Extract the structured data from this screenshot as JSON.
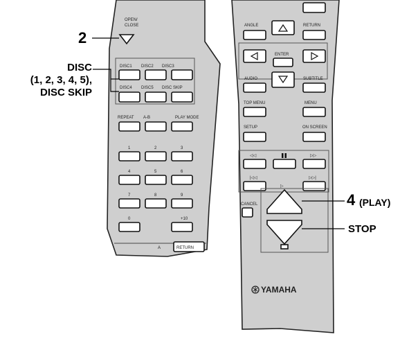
{
  "callouts": {
    "open_close_num": "2",
    "disc_line1": "DISC",
    "disc_line2": "(1, 2, 3, 4, 5),",
    "disc_line3": "DISC SKIP",
    "play_num": "4",
    "play_label": "(PLAY)",
    "stop_label": "STOP"
  },
  "left_remote": {
    "open_close": "OPEN/\nCLOSE",
    "disc_row1": [
      "DISC1",
      "DISC2",
      "DISC3"
    ],
    "disc_row2": [
      "DISC4",
      "DISC5",
      "DISC SKIP"
    ],
    "repeat_row": [
      "REPEAT",
      "A-B",
      "PLAY MODE"
    ],
    "numbers": [
      "1",
      "2",
      "3",
      "4",
      "5",
      "6",
      "7",
      "8",
      "9",
      "0",
      "+10"
    ],
    "return_label": "RETURN",
    "left_of_return": "A"
  },
  "right_remote": {
    "angle": "ANGLE",
    "return_btn": "RETURN",
    "enter": "ENTER",
    "audio": "AUDIO",
    "subtitle": "SUBTITLE",
    "top_menu": "TOP MENU",
    "menu": "MENU",
    "setup": "SETUP",
    "on_screen": "ON SCREEN",
    "cancel": "CANCEL",
    "brand": "YAMAHA"
  },
  "colors": {
    "body": "#cfcfcf",
    "button": "#ffffff",
    "outline": "#111111"
  }
}
